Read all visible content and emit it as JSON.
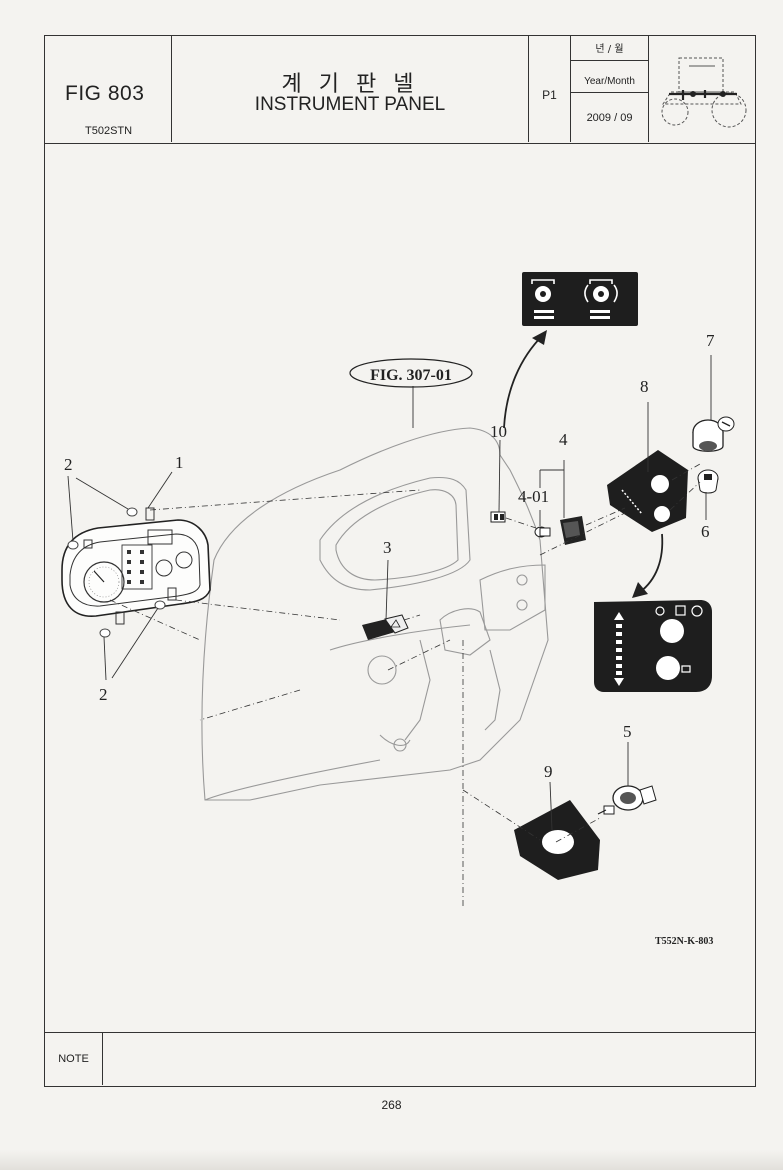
{
  "header": {
    "fig_no": "FIG 803",
    "model": "T502STN",
    "title_ko": "계 기 판 넬",
    "title_en": "INSTRUMENT PANEL",
    "page_code": "P1",
    "date_label_ko": "년 / 월",
    "date_label_en": "Year/Month",
    "date_value": "2009 / 09",
    "thumbnail_icon": "tractor-thumbnail-icon"
  },
  "diagram": {
    "reference_fig": "FIG. 307-01",
    "drawing_code": "T552N-K-803",
    "callouts": [
      "1",
      "2",
      "2",
      "3",
      "4",
      "4-01",
      "5",
      "6",
      "7",
      "8",
      "9",
      "10"
    ]
  },
  "note": {
    "label": "NOTE"
  },
  "footer": {
    "page_number": "268"
  }
}
